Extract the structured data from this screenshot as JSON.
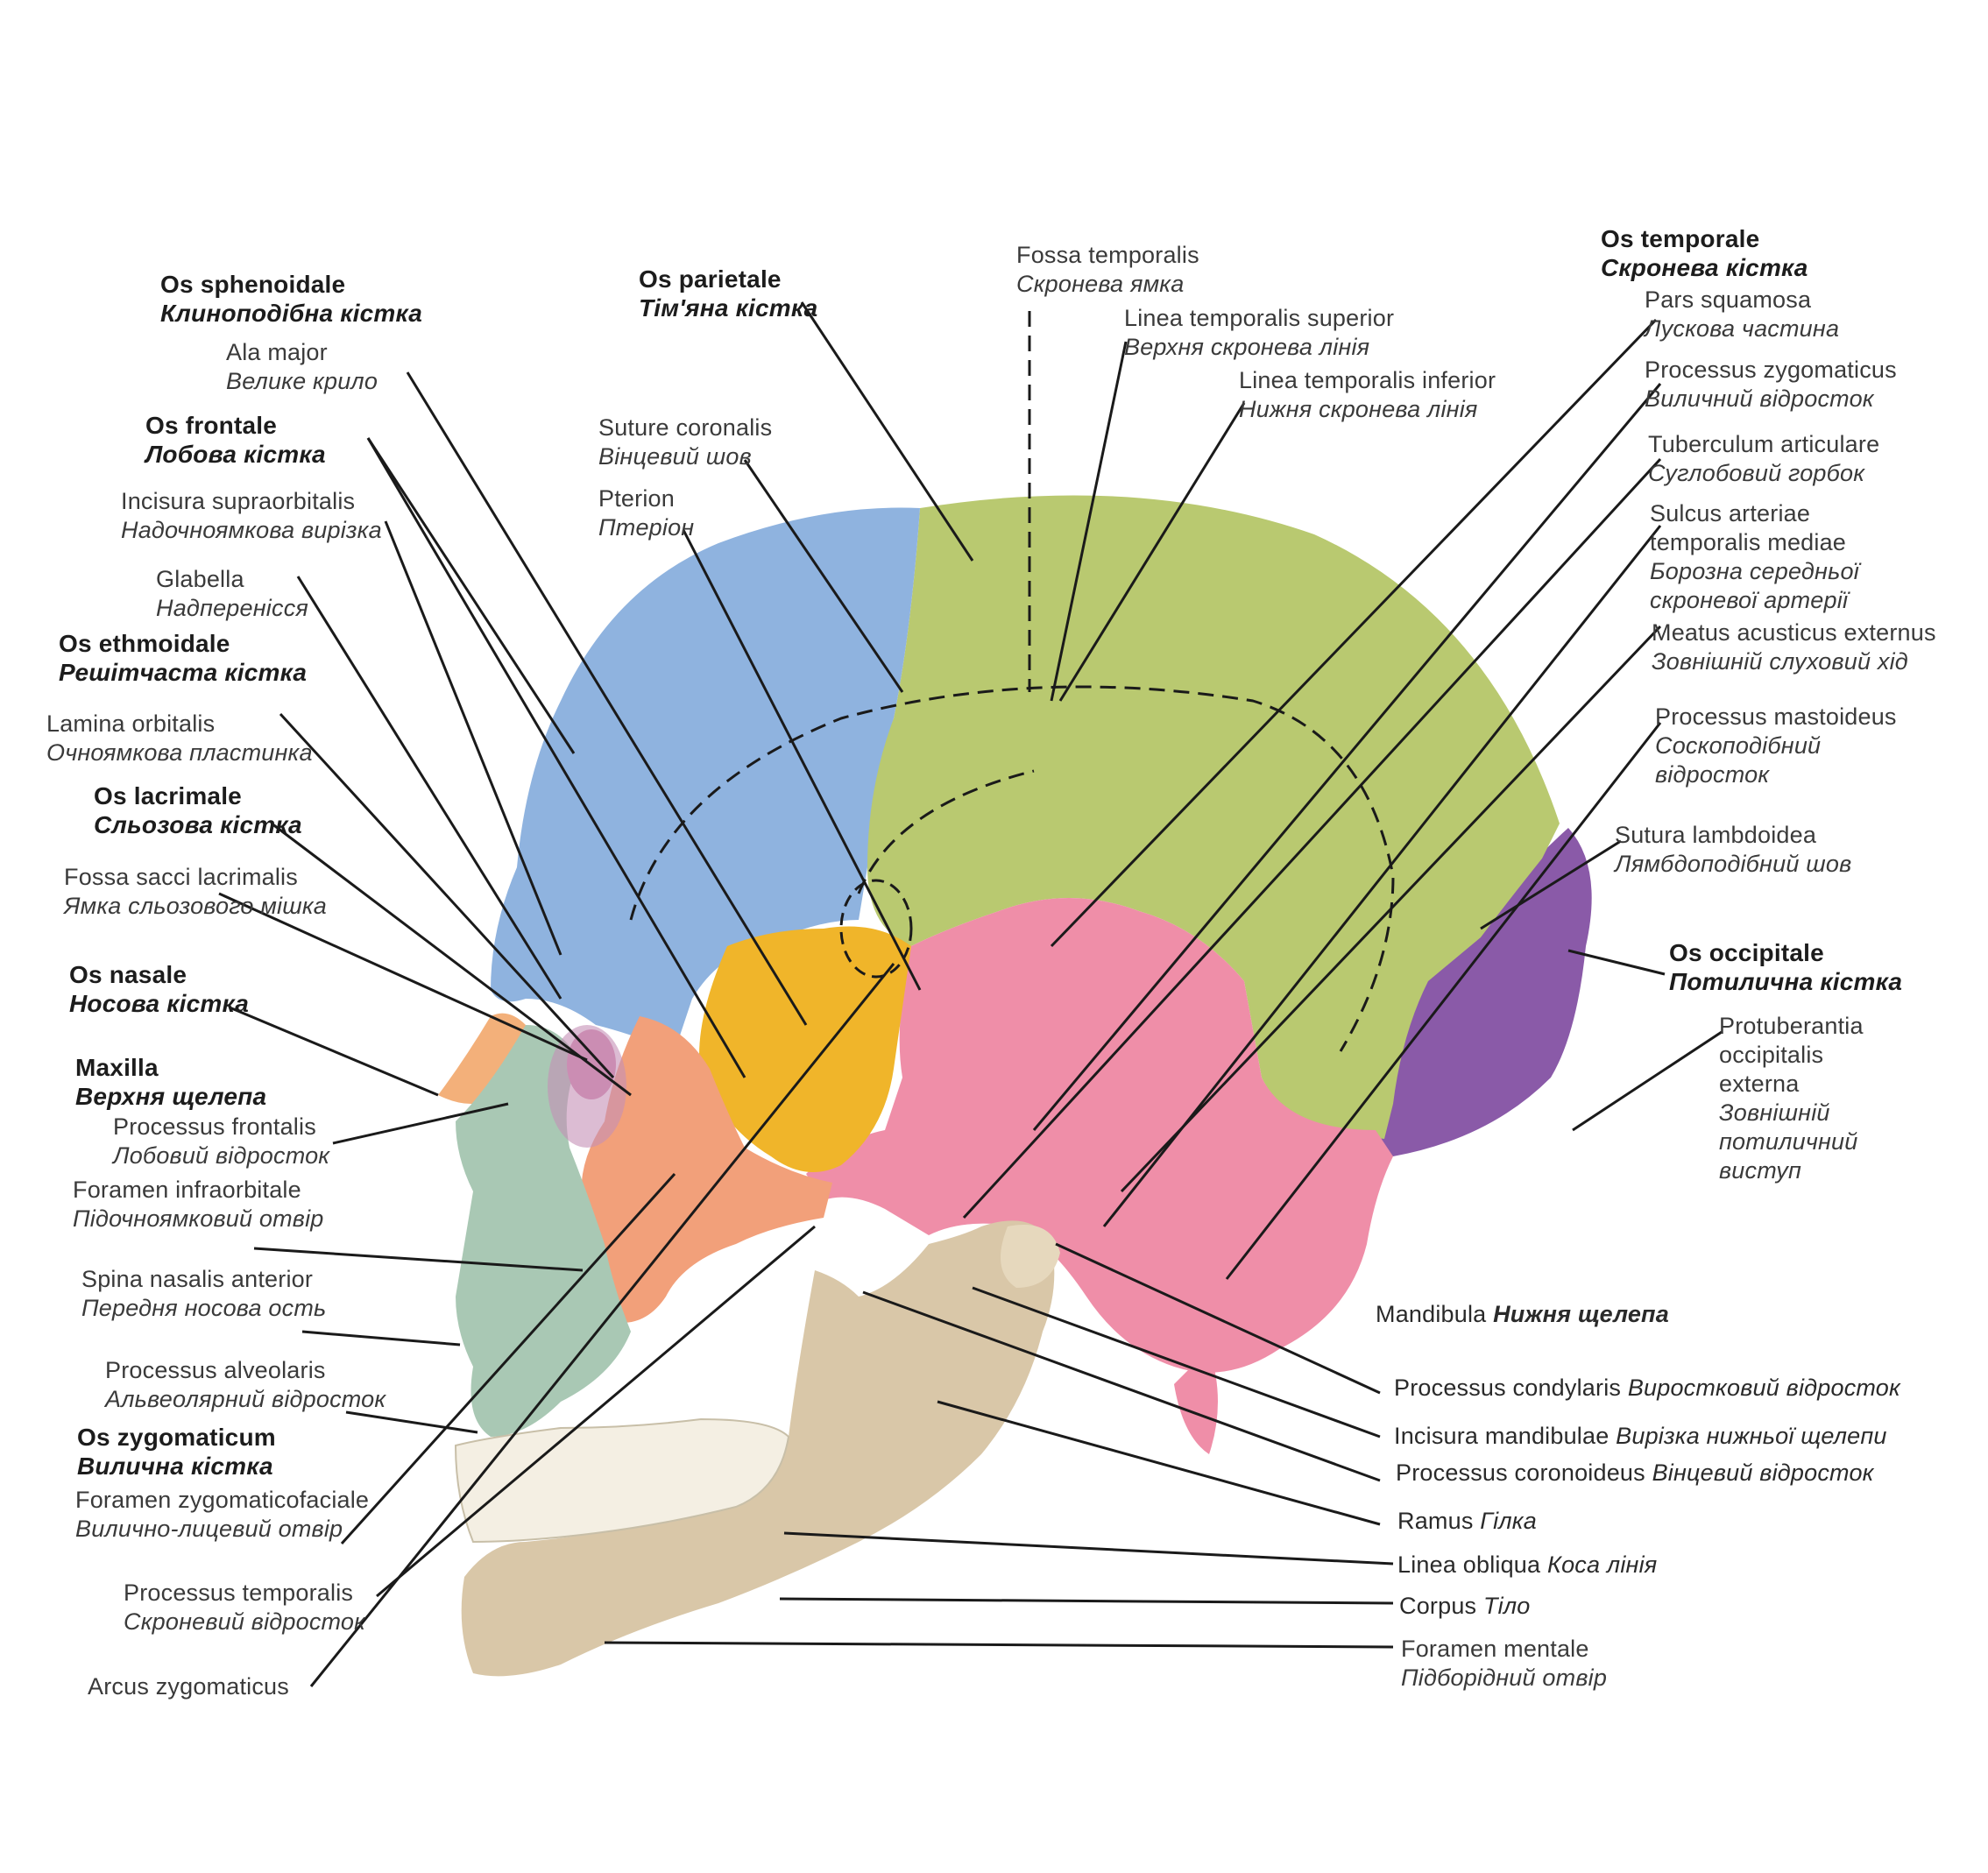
{
  "colors": {
    "frontal": "#8fb3df",
    "parietal": "#b9c970",
    "temporal": "#ef8ea8",
    "sphenoid": "#f0b52a",
    "zygomatic": "#f2a07a",
    "occipital": "#8a5aa8",
    "maxilla": "#a9c8b4",
    "nasal": "#f3b07a",
    "mandible": "#d9c7a8",
    "lacrimal": "#d48bb0",
    "teeth": "#f4efe3",
    "leader": "#1a1a1a"
  },
  "labels": {
    "os_sphenoidale": {
      "latin": "Os sphenoidale",
      "ukr": "Клиноподібна кістка"
    },
    "ala_major": {
      "latin": "Ala major",
      "ukr": "Велике крило"
    },
    "os_frontale": {
      "latin": "Os frontale",
      "ukr": "Лобова кістка"
    },
    "incisura_supraorbitalis": {
      "latin": "Incisura supraorbitalis",
      "ukr": "Надочноямкова вирізка"
    },
    "glabella": {
      "latin": "Glabella",
      "ukr": "Надперенісся"
    },
    "os_ethmoidale": {
      "latin": "Os ethmoidale",
      "ukr": "Решітчаста кістка"
    },
    "lamina_orbitalis": {
      "latin": "Lamina orbitalis",
      "ukr": "Очноямкова пластинка"
    },
    "os_lacrimale": {
      "latin": "Os lacrimale",
      "ukr": "Сльозова кістка"
    },
    "fossa_sacci": {
      "latin": "Fossa sacci lacrimalis",
      "ukr": "Ямка сльозового мішка"
    },
    "os_nasale": {
      "latin": "Os nasale",
      "ukr": "Носова кістка"
    },
    "maxilla": {
      "latin": "Maxilla",
      "ukr": "Верхня щелепа"
    },
    "processus_frontalis": {
      "latin": "Processus frontalis",
      "ukr": "Лобовий відросток"
    },
    "foramen_infraorbitale": {
      "latin": "Foramen infraorbitale",
      "ukr": "Підочноямковий отвір"
    },
    "spina_nasalis": {
      "latin": "Spina nasalis anterior",
      "ukr": "Передня носова ость"
    },
    "processus_alveolaris": {
      "latin": "Processus alveolaris",
      "ukr": "Альвеолярний відросток"
    },
    "os_zygomaticum": {
      "latin": "Os zygomaticum",
      "ukr": "Вилична кістка"
    },
    "foramen_zygomaticofaciale": {
      "latin": "Foramen zygomaticofaciale",
      "ukr": "Вилично-лицевий отвір"
    },
    "processus_temporalis": {
      "latin": "Processus  temporalis",
      "ukr": "Скроневий відросток"
    },
    "arcus_zygomaticus": {
      "latin": "Arcus zygomaticus"
    },
    "os_parietale": {
      "latin": "Os parietale",
      "ukr": "Тім'яна кістка"
    },
    "sutura_coronalis": {
      "latin": "Suture coronalis",
      "ukr": "Вінцевий шов"
    },
    "pterion": {
      "latin": "Pterion",
      "ukr": "Птеріон"
    },
    "fossa_temporalis": {
      "latin": "Fossa temporalis",
      "ukr": "Скронева ямка"
    },
    "linea_temporalis_superior": {
      "latin": "Linea temporalis superior",
      "ukr": "Верхня скронева лінія"
    },
    "linea_temporalis_inferior": {
      "latin": "Linea temporalis inferior",
      "ukr": "Нижня скронева лінія"
    },
    "os_temporale": {
      "latin": "Os temporale",
      "ukr": "Скронева кістка"
    },
    "pars_squamosa": {
      "latin": "Pars squamosa",
      "ukr": "Лускова частина"
    },
    "processus_zygomaticus": {
      "latin": "Processus zygomaticus",
      "ukr": "Виличний відросток"
    },
    "tuberculum_articulare": {
      "latin": "Tuberculum articulare",
      "ukr": "Суглобовий горбок"
    },
    "sulcus_arteriae": {
      "latin1": "Sulcus arteriae",
      "latin2": "temporalis mediae",
      "ukr1": "Борозна середньої",
      "ukr2": "скроневої артерії"
    },
    "meatus_acusticus": {
      "latin": "Meatus acusticus externus",
      "ukr": "Зовнішній слуховий хід"
    },
    "processus_mastoideus": {
      "latin": "Processus mastoideus",
      "ukr1": "Соскоподібний",
      "ukr2": "відросток"
    },
    "sutura_lambdoidea": {
      "latin": "Sutura lambdoidea",
      "ukr": "Лямбдоподібний шов"
    },
    "os_occipitale": {
      "latin": "Os occipitale",
      "ukr": "Потилична кістка"
    },
    "protuberantia": {
      "latin1": "Protuberantia",
      "latin2": "occipitalis",
      "latin3": "externa",
      "ukr1": "Зовнішній",
      "ukr2": "потиличний",
      "ukr3": "виступ"
    },
    "mandibula": {
      "latin": "Mandibula",
      "ukr": "Нижня щелепа"
    },
    "processus_condylaris": {
      "latin": "Processus condylaris",
      "ukr": "Виростковий відросток"
    },
    "incisura_mandibulae": {
      "latin": "Incisura mandibulae",
      "ukr": "Вирізка нижньої щелепи"
    },
    "processus_coronoideus": {
      "latin": "Processus coronoideus",
      "ukr": "Вінцевий відросток"
    },
    "ramus": {
      "latin": "Ramus",
      "ukr": "Гілка"
    },
    "linea_obliqua": {
      "latin": "Linea obliqua",
      "ukr": "Коса лінія"
    },
    "corpus": {
      "latin": "Corpus",
      "ukr": "Тіло"
    },
    "foramen_mentale": {
      "latin": "Foramen mentale",
      "ukr": "Підборідний отвір"
    }
  }
}
